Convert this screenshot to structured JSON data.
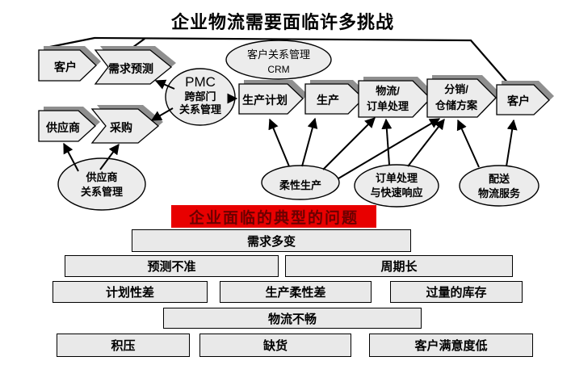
{
  "title": "企业物流需要面临许多挑战",
  "colors": {
    "shape_fill": "#ececec",
    "shape_shadow": "#8f8f8f",
    "outline": "#000000",
    "banner_bg": "#e80000",
    "banner_text": "#6b0000",
    "box_fill": "#e9e9e9"
  },
  "flow": {
    "chevrons": [
      {
        "id": "customer-left",
        "label": "客户"
      },
      {
        "id": "demand-forecast",
        "label": "需求预测"
      },
      {
        "id": "supplier",
        "label": "供应商"
      },
      {
        "id": "procurement",
        "label": "采购"
      },
      {
        "id": "production-plan",
        "label": "生产计划"
      },
      {
        "id": "production",
        "label": "生产"
      },
      {
        "id": "logistics-order",
        "line1": "物流/",
        "line2": "订单处理"
      },
      {
        "id": "distribution",
        "line1": "分销/",
        "line2": "仓储方案"
      },
      {
        "id": "customer-right",
        "label": "客户"
      }
    ],
    "ellipses": [
      {
        "id": "crm",
        "line1": "客户关系管理",
        "line2": "CRM"
      },
      {
        "id": "pmc",
        "line1": "PMC",
        "line2": "跨部门",
        "line3": "关系管理"
      },
      {
        "id": "supplier-relationship",
        "line1": "供应商",
        "line2": "关系管理"
      },
      {
        "id": "flexible-production",
        "line1": "柔性生产"
      },
      {
        "id": "order-response",
        "line1": "订单处理",
        "line2": "与快速响应"
      },
      {
        "id": "delivery-logistics",
        "line1": "配送",
        "line2": "物流服务"
      }
    ]
  },
  "problems": {
    "banner": "企业面临的典型的问题",
    "boxes": [
      {
        "id": "demand-volatile",
        "label": "需求多变"
      },
      {
        "id": "forecast-inaccurate",
        "label": "预测不准"
      },
      {
        "id": "long-cycle",
        "label": "周期长"
      },
      {
        "id": "poor-planning",
        "label": "计划性差"
      },
      {
        "id": "poor-production-flexibility",
        "label": "生产柔性差"
      },
      {
        "id": "excess-inventory",
        "label": "过量的库存"
      },
      {
        "id": "logistics-unsmooth",
        "label": "物流不畅"
      },
      {
        "id": "backlog",
        "label": "积压"
      },
      {
        "id": "stockout",
        "label": "缺货"
      },
      {
        "id": "low-customer-satisfaction",
        "label": "客户满意度低"
      }
    ]
  }
}
